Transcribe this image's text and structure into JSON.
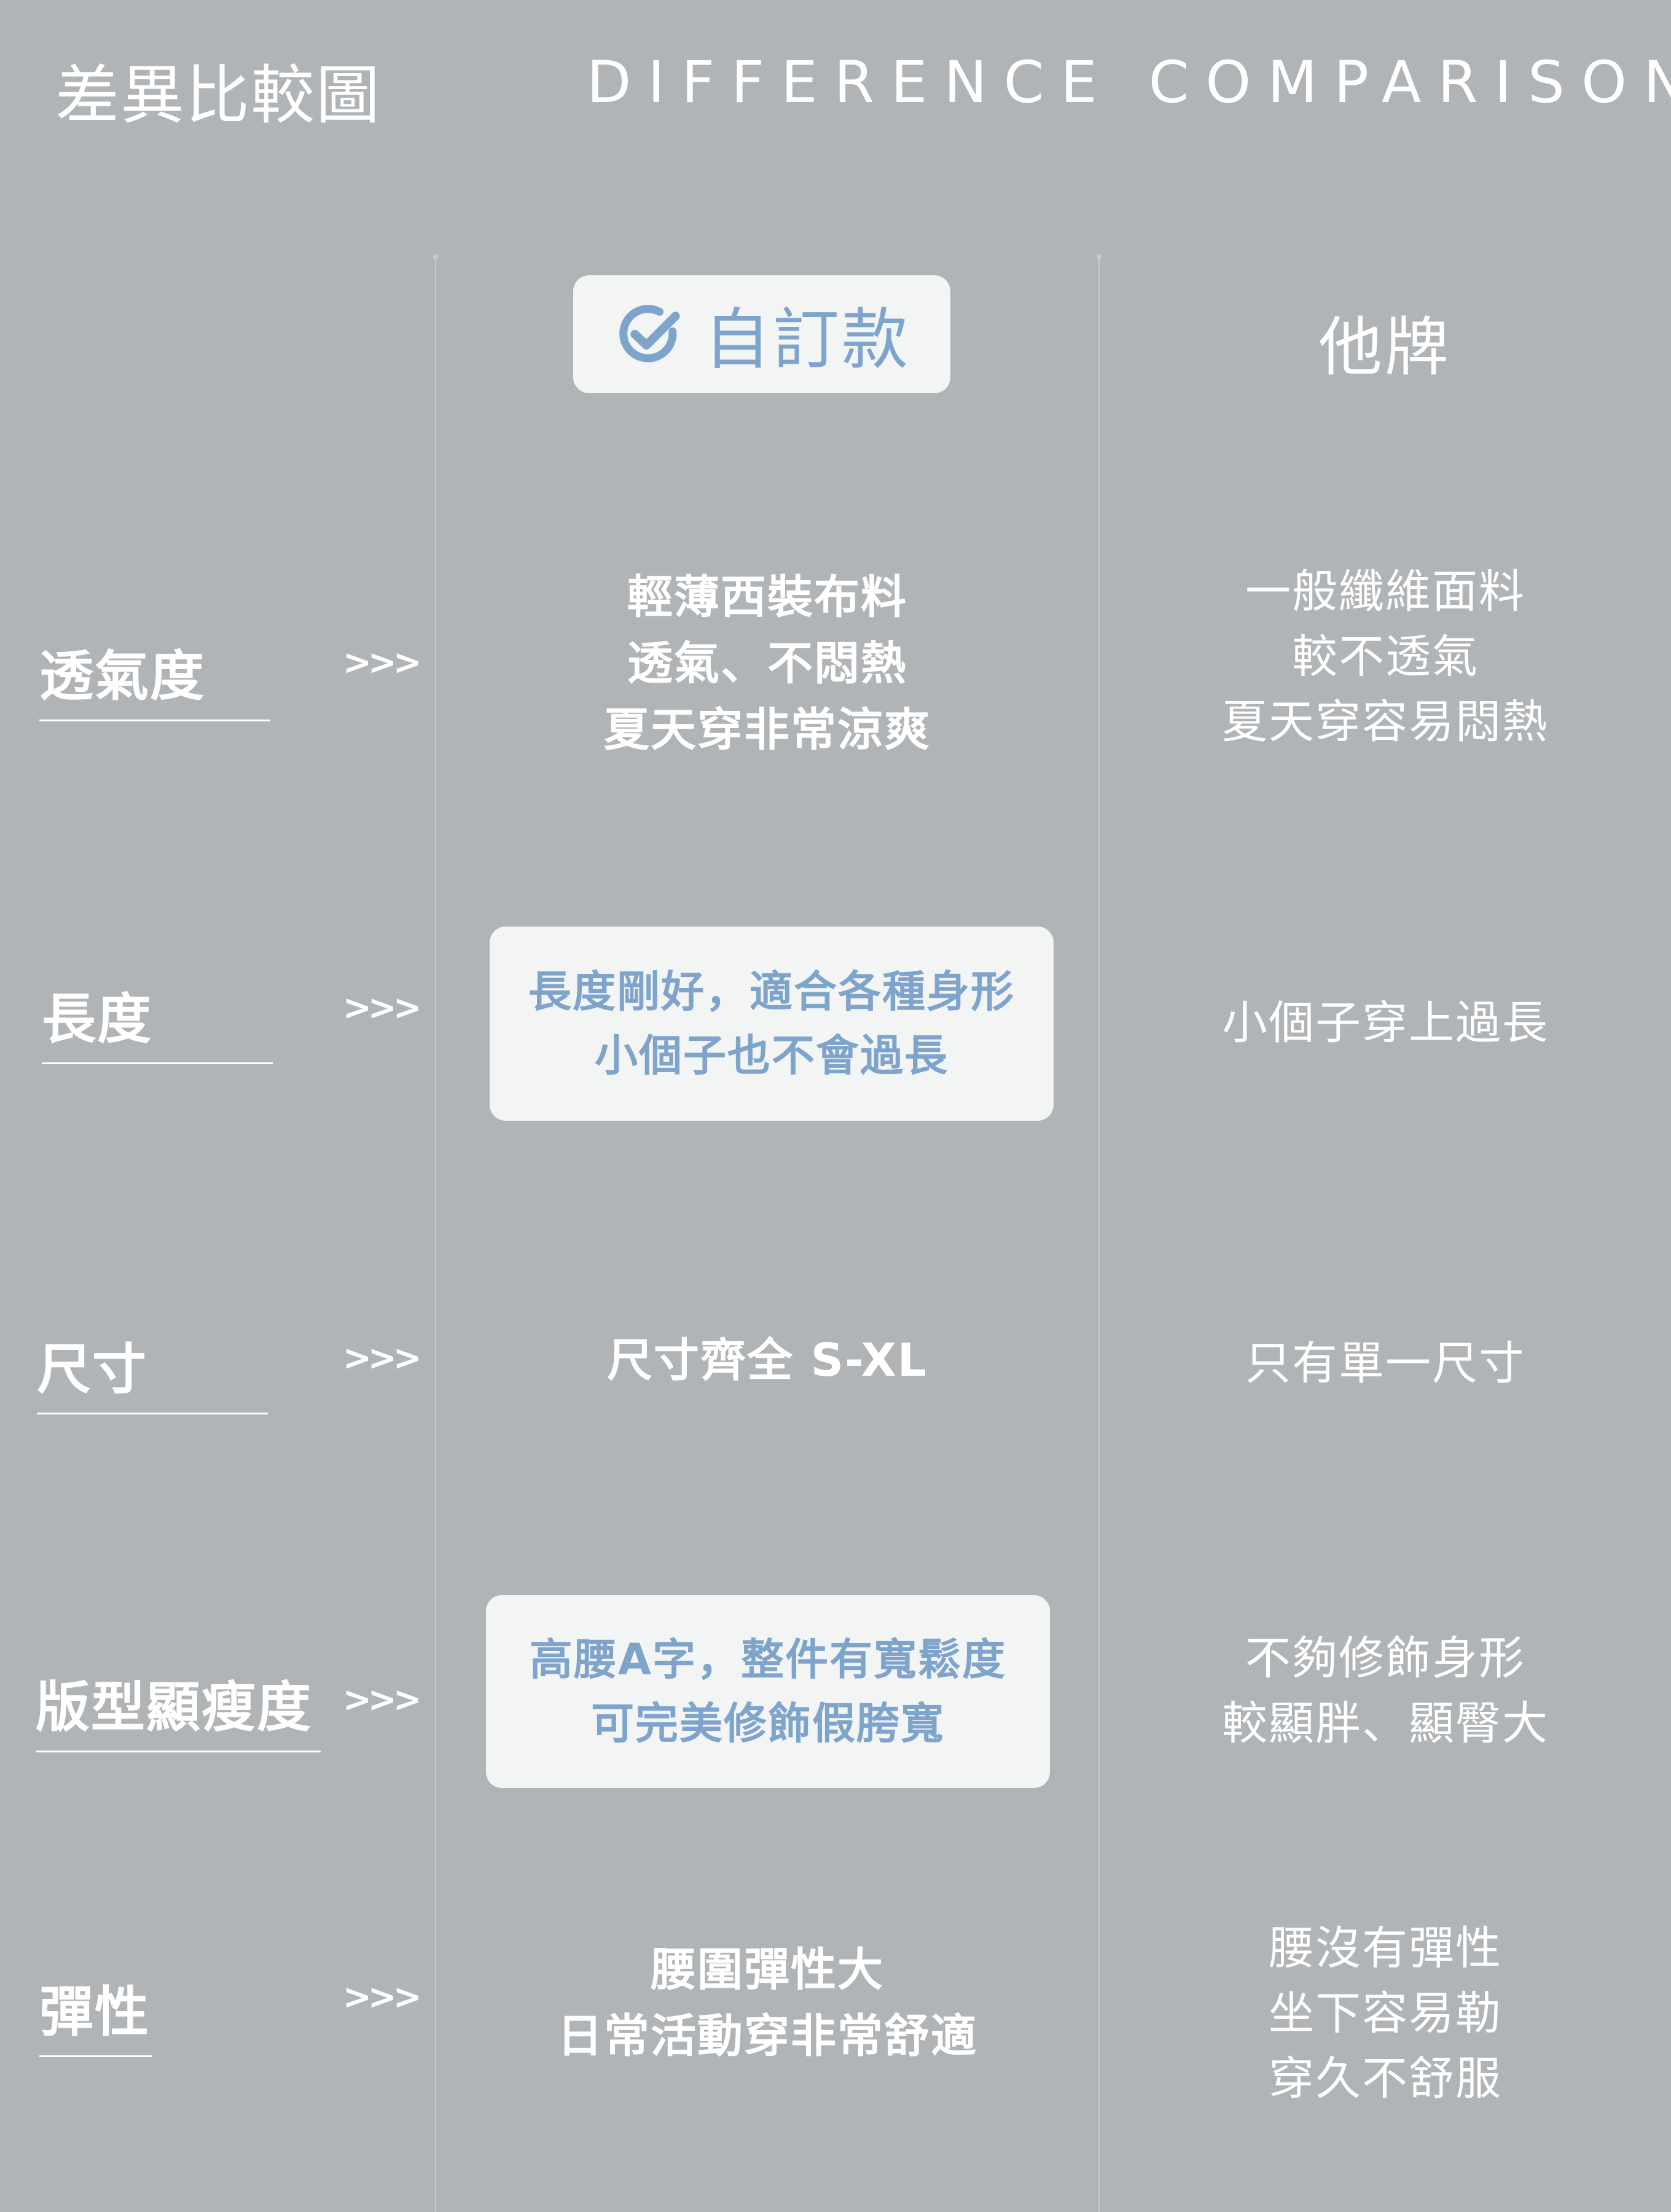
{
  "header": {
    "title_zh": "差異比較圖",
    "title_en": "DIFFERENCE COMPARISON"
  },
  "columns": {
    "ours": {
      "label": "自訂款",
      "icon": "check-circle-icon",
      "accent": "#7ea4cc"
    },
    "theirs": {
      "label": "他牌"
    }
  },
  "rows": [
    {
      "label": "透氣度",
      "arrow": ">>>",
      "ours": [
        "輕薄西裝布料",
        "透氣、不悶熱",
        "夏天穿非常涼爽"
      ],
      "theirs": [
        "一般纖維面料",
        "較不透氣",
        "夏天穿容易悶熱"
      ]
    },
    {
      "label": "長度",
      "arrow": ">>>",
      "ours": [
        "長度剛好，適合各種身形",
        "小個子也不會過長"
      ],
      "theirs": [
        "小個子穿上過長"
      ]
    },
    {
      "label": "尺寸",
      "arrow": ">>>",
      "ours": [
        "尺寸齊全 S-XL"
      ],
      "theirs": [
        "只有單一尺寸"
      ]
    },
    {
      "label": "版型顯瘦度",
      "arrow": ">>>",
      "ours": [
        "高腰A字，整件有寬鬆度",
        "可完美修飾假胯寬"
      ],
      "theirs": [
        "不夠修飾身形",
        "較顯胖、顯臀大"
      ]
    },
    {
      "label": "彈性",
      "arrow": ">>>",
      "ours": [
        "腰圍彈性大",
        "日常活動穿非常舒適"
      ],
      "theirs": [
        "腰沒有彈性",
        "坐下容易勒",
        "穿久不舒服"
      ]
    }
  ],
  "colors": {
    "background": "#b0b4b7",
    "card": "#f3f4f4",
    "accent": "#7ea4cc",
    "text": "#ffffff"
  }
}
